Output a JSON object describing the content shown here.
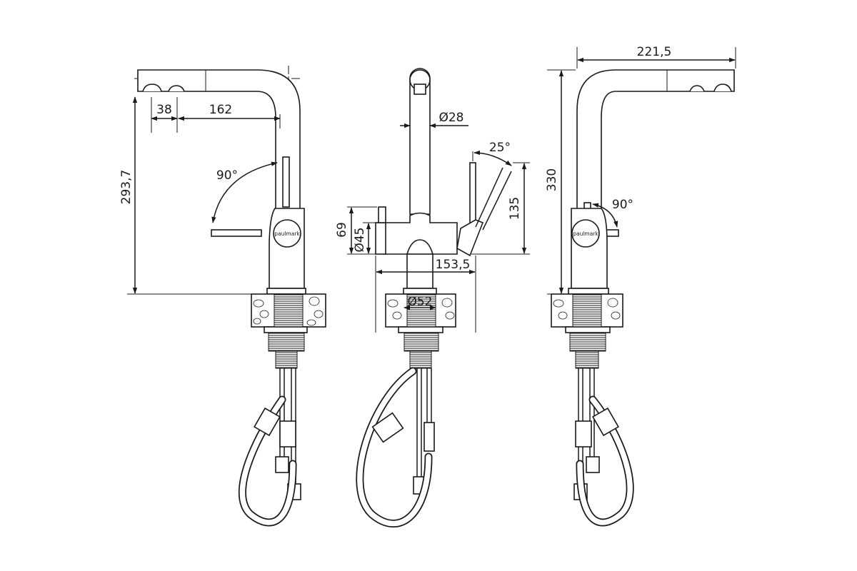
{
  "brand": "paulmark",
  "views": {
    "left": {
      "dim_offset": "38",
      "dim_reach": "162",
      "dim_height": "293,7",
      "angle_swivel": "90°"
    },
    "front": {
      "dim_spout_dia": "Ø28",
      "dim_lever_angle": "25°",
      "dim_lever_height": "135",
      "dim_body_height": "69",
      "dim_body_dia": "Ø45",
      "dim_base_width": "153,5",
      "dim_base_dia": "Ø52"
    },
    "right": {
      "dim_reach": "221,5",
      "dim_height": "330",
      "angle_swivel": "90°"
    }
  }
}
